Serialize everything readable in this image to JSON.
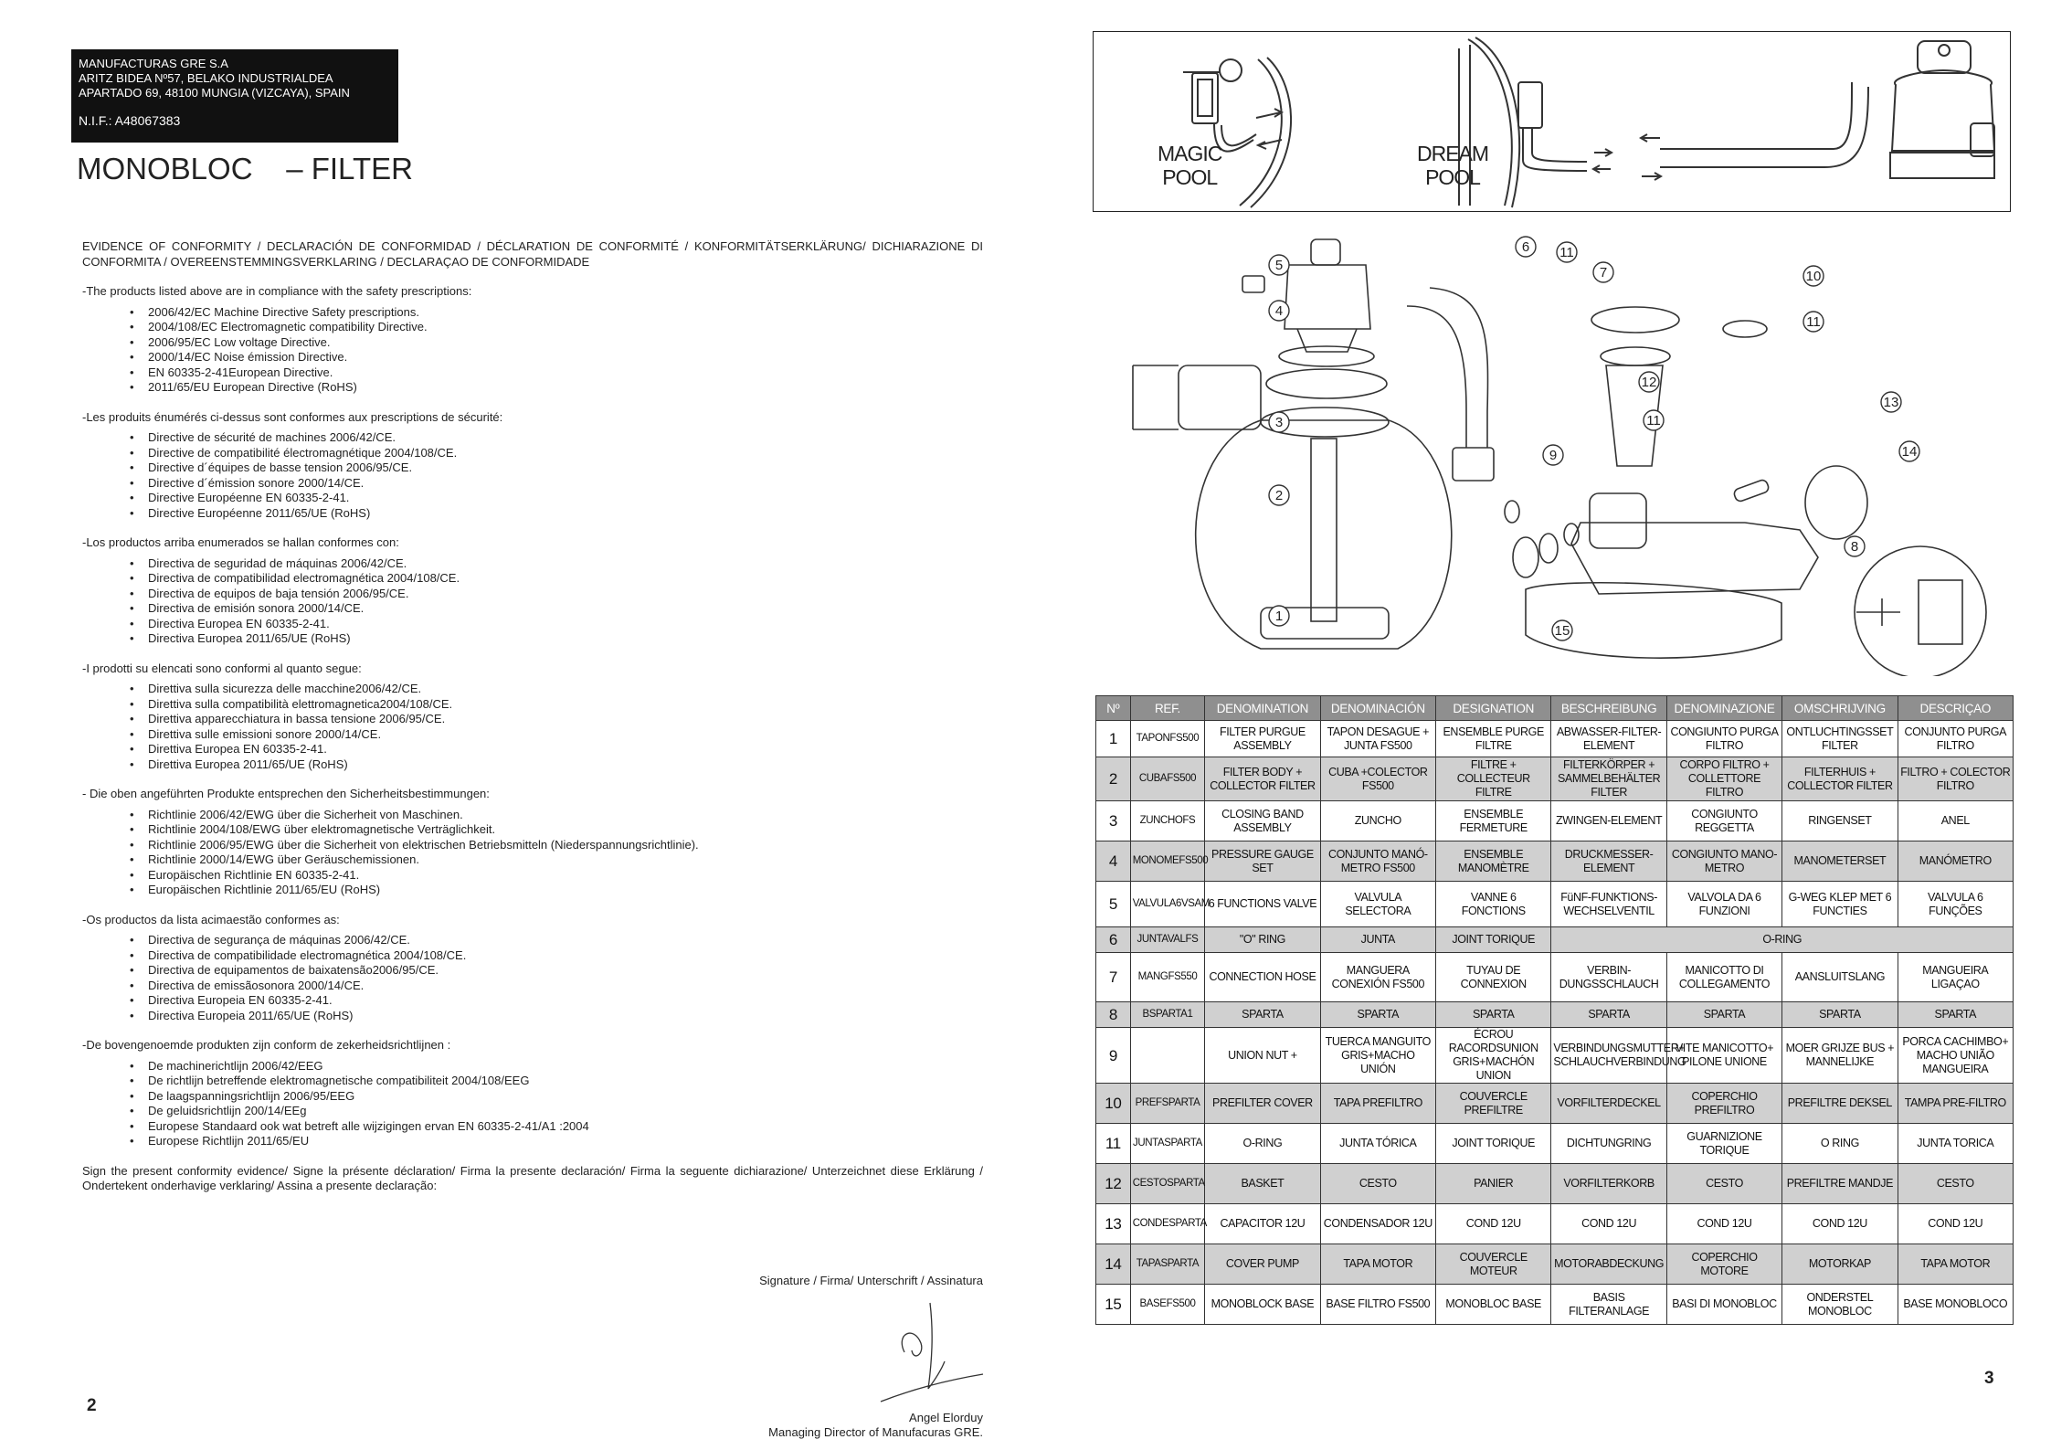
{
  "company": {
    "line1": "MANUFACTURAS GRE S.A",
    "line2": "ARITZ BIDEA Nº57, BELAKO INDUSTRIALDEA",
    "line3": "APARTADO 69, 48100 MUNGIA (VIZCAYA), SPAIN",
    "nif": "N.I.F.: A48067383"
  },
  "title": "MONOBLOC    – FILTER",
  "conformity": {
    "heading": "EVIDENCE OF CONFORMITY / DECLARACIÓN DE CONFORMIDAD / DÉCLARATION DE CONFORMITÉ / KONFORMITÄTSERKLÄRUNG/ DICHIARAZIONE DI CONFORMITA / OVEREENSTEMMINGSVERKLARING / DECLARAÇAO DE CONFORMIDADE",
    "sections": [
      {
        "intro": "-The products listed above are in compliance with the safety prescriptions:",
        "items": [
          "2006/42/EC Machine Directive Safety prescriptions.",
          "2004/108/EC Electromagnetic compatibility Directive.",
          "2006/95/EC Low voltage Directive.",
          "2000/14/EC Noise émission Directive.",
          "EN 60335-2-41European Directive.",
          "2011/65/EU  European Directive (RoHS)"
        ]
      },
      {
        "intro": "-Les produits énumérés ci-dessus sont conformes aux prescriptions de sécurité:",
        "items": [
          "Directive de sécurité de machines 2006/42/CE.",
          "Directive de compatibilité électromagnétique 2004/108/CE.",
          "Directive d´équipes de basse tension 2006/95/CE.",
          "Directive d´émission sonore 2000/14/CE.",
          "Directive Européenne EN 60335-2-41.",
          "Directive Européenne 2011/65/UE (RoHS)"
        ]
      },
      {
        "intro": "-Los productos arriba enumerados se hallan conformes con:",
        "items": [
          "Directiva de seguridad de máquinas 2006/42/CE.",
          "Directiva de compatibilidad electromagnética 2004/108/CE.",
          "Directiva de equipos de baja tensión 2006/95/CE.",
          "Directiva de emisión sonora 2000/14/CE.",
          "Directiva Europea EN 60335-2-41.",
          "Directiva Europea 2011/65/UE (RoHS)"
        ]
      },
      {
        "intro": "-I prodotti su elencati sono conformi al quanto segue:",
        "items": [
          "Direttiva sulla sicurezza delle macchine2006/42/CE.",
          "Direttiva sulla compatibilità elettromagnetica2004/108/CE.",
          "Direttiva apparecchiatura in bassa tensione 2006/95/CE.",
          "Direttiva sulle emissioni sonore 2000/14/CE.",
          "Direttiva Europea EN 60335-2-41.",
          "Direttiva Europea 2011/65/UE (RoHS)"
        ]
      },
      {
        "intro": "- Die oben angeführten Produkte entsprechen den Sicherheitsbestimmungen:",
        "items": [
          "Richtlinie 2006/42/EWG über die Sicherheit von Maschinen.",
          "Richtlinie 2004/108/EWG über elektromagnetische Verträglichkeit.",
          "Richtlinie 2006/95/EWG über die Sicherheit von elektrischen Betriebsmitteln (Niederspannungsrichtlinie).",
          "Richtlinie 2000/14/EWG über Geräuschemissionen.",
          "Europäischen Richtlinie EN 60335-2-41.",
          "Europäischen Richtlinie 2011/65/EU (RoHS)"
        ]
      },
      {
        "intro": "-Os productos da lista acimaestão conformes as:",
        "items": [
          "Directiva de segurança de máquinas 2006/42/CE.",
          "Directiva de compatibilidade electromagnética 2004/108/CE.",
          "Directiva de equipamentos de baixatensão2006/95/CE.",
          "Directiva de emissãosonora 2000/14/CE.",
          "Directiva Europeia EN 60335-2-41.",
          "Directiva Europeia 2011/65/UE (RoHS)"
        ]
      },
      {
        "intro": "-De bovengenoemde produkten zijn conform de zekerheidsrichtlijnen :",
        "items": [
          "De machinerichtlijn 2006/42/EEG",
          "De richtlijn betreffende elektromagnetische compatibiliteit 2004/108/EEG",
          "De laagspanningsrichtlijn 2006/95/EEG",
          "De geluidsrichtlijn 200/14/EEg",
          "Europese Standaard ook wat betreft alle wijzigingen ervan EN 60335-2-41/A1 :2004",
          "Europese Richtlijn 2011/65/EU"
        ]
      }
    ],
    "sign_text": "Sign the present conformity evidence/ Signe la présente déclaration/ Firma la presente declaración/ Firma la seguente dichiarazione/ Unterzeichnet diese Erklärung / Ondertekent onderhavige verklaring/ Assina a presente declaração:",
    "signature_caption": "Signature / Firma/ Unterschrift / Assinatura",
    "signer_name": "Angel Elorduy",
    "signer_title": "Managing Director of Manufacuras GRE."
  },
  "page_numbers": {
    "left": "2",
    "right": "3"
  },
  "pool_diagram": {
    "labels": [
      {
        "line1": "MAGIC",
        "line2": "POOL"
      },
      {
        "line1": "DREAM",
        "line2": "POOL"
      }
    ]
  },
  "exploded_callouts": [
    "5",
    "4",
    "6",
    "11",
    "7",
    "3",
    "2",
    "1",
    "10",
    "11",
    "12",
    "13",
    "11",
    "9",
    "14",
    "8",
    "15"
  ],
  "parts_table": {
    "headers": [
      "Nº",
      "REF.",
      "DENOMINATION",
      "DENOMINACIÓN",
      "DESIGNATION",
      "BESCHREIBUNG",
      "DENOMINAZIONE",
      "OMSCHRIJVING",
      "DESCRIÇAO"
    ],
    "rows": [
      {
        "n": "1",
        "ref": "TAPONFS500",
        "cells": [
          "FILTER PURGUE ASSEMBLY",
          "TAPON DESAGUE + JUNTA FS500",
          "ENSEMBLE PURGE FILTRE",
          "ABWASSER-FILTER-ELEMENT",
          "CONGIUNTO PURGA FILTRO",
          "ONTLUCHTINGSSET FILTER",
          "CONJUNTO PURGA FILTRO"
        ]
      },
      {
        "n": "2",
        "ref": "CUBAFS500",
        "cells": [
          "FILTER BODY + COLLECTOR FILTER",
          "CUBA +COLECTOR FS500",
          "FILTRE + COLLECTEUR FILTRE",
          "FILTERKÖRPER + SAMMELBEHÄLTER FILTER",
          "CORPO FILTRO + COLLETTORE FILTRO",
          "FILTERHUIS + COLLECTOR FILTER",
          "FILTRO + COLECTOR FILTRO"
        ]
      },
      {
        "n": "3",
        "ref": "ZUNCHOFS",
        "cells": [
          "CLOSING BAND ASSEMBLY",
          "ZUNCHO",
          "ENSEMBLE FERMETURE",
          "ZWINGEN-ELEMENT",
          "CONGIUNTO REGGETTA",
          "RINGENSET",
          "ANEL"
        ]
      },
      {
        "n": "4",
        "ref": "MONOMEFS500",
        "cells": [
          "PRESSURE GAUGE SET",
          "CONJUNTO MANÓ-METRO FS500",
          "ENSEMBLE MANOMÈTRE",
          "DRUCKMESSER-ELEMENT",
          "CONGIUNTO MANO-METRO",
          "MANOMETERSET",
          "MANÓMETRO"
        ]
      },
      {
        "n": "5",
        "ref": "VALVULA6VSAM",
        "cells": [
          "6 FUNCTIONS VALVE",
          "VALVULA SELECTORA",
          "VANNE 6 FONCTIONS",
          "FüNF-FUNKTIONS-WECHSELVENTIL",
          "VALVOLA DA 6 FUNZIONI",
          "G-WEG KLEP MET 6 FUNCTIES",
          "VALVULA 6 FUNÇÕES"
        ]
      },
      {
        "n": "6",
        "ref": "JUNTAVALFS",
        "cells": [
          "\"O\" RING",
          "JUNTA",
          "JOINT TORIQUE",
          "O-RING"
        ]
      },
      {
        "n": "7",
        "ref": "MANGFS550",
        "cells": [
          "CONNECTION HOSE",
          "MANGUERA CONEXIÓN FS500",
          "TUYAU DE CONNEXION",
          "VERBIN-DUNGSSCHLAUCH",
          "MANICOTTO DI COLLEGAMENTO",
          "AANSLUITSLANG",
          "MANGUEIRA LIGAÇAO"
        ]
      },
      {
        "n": "8",
        "ref": "BSPARTA1",
        "cells": [
          "SPARTA",
          "SPARTA",
          "SPARTA",
          "SPARTA",
          "SPARTA",
          "SPARTA",
          "SPARTA"
        ]
      },
      {
        "n": "9",
        "ref": "",
        "cells": [
          "UNION NUT +",
          "TUERCA MANGUITO GRIS+MACHO UNIÓN",
          "ÉCROU RACORDSUNION GRIS+MACHÓN UNION",
          "VERBINDUNGSMUTTER+ SCHLAUCHVERBINDUNG",
          "VITE MANICOTTO+ PILONE UNIONE",
          "MOER GRIJZE BUS + MANNELIJKE",
          "PORCA CACHIMBO+ MACHO UNIÃO MANGUEIRA"
        ]
      },
      {
        "n": "10",
        "ref": "PREFSPARTA",
        "cells": [
          "PREFILTER COVER",
          "TAPA PREFILTRO",
          "COUVERCLE PREFILTRE",
          "VORFILTERDECKEL",
          "COPERCHIO PREFILTRO",
          "PREFILTRE DEKSEL",
          "TAMPA PRE-FILTRO"
        ]
      },
      {
        "n": "11",
        "ref": "JUNTASPARTA",
        "cells": [
          "O-RING",
          "JUNTA TÓRICA",
          "JOINT TORIQUE",
          "DICHTUNGRING",
          "GUARNIZIONE TORIQUE",
          "O RING",
          "JUNTA TORICA"
        ]
      },
      {
        "n": "12",
        "ref": "CESTOSPARTA",
        "cells": [
          "BASKET",
          "CESTO",
          "PANIER",
          "VORFILTERKORB",
          "CESTO",
          "PREFILTRE MANDJE",
          "CESTO"
        ]
      },
      {
        "n": "13",
        "ref": "CONDESPARTA",
        "cells": [
          "CAPACITOR 12U",
          "CONDENSADOR 12U",
          "COND 12U",
          "COND 12U",
          "COND 12U",
          "COND 12U",
          "COND 12U"
        ]
      },
      {
        "n": "14",
        "ref": "TAPASPARTA",
        "cells": [
          "COVER PUMP",
          "TAPA MOTOR",
          "COUVERCLE MOTEUR",
          "MOTORABDECKUNG",
          "COPERCHIO MOTORE",
          "MOTORKAP",
          "TAPA MOTOR"
        ]
      },
      {
        "n": "15",
        "ref": "BASEFS500",
        "cells": [
          "MONOBLOCK BASE",
          "BASE FILTRO FS500",
          "MONOBLOC BASE",
          "BASIS FILTERANLAGE",
          "BASI DI MONOBLOC",
          "ONDERSTEL MONOBLOC",
          "BASE MONOBLOCO"
        ]
      }
    ]
  }
}
